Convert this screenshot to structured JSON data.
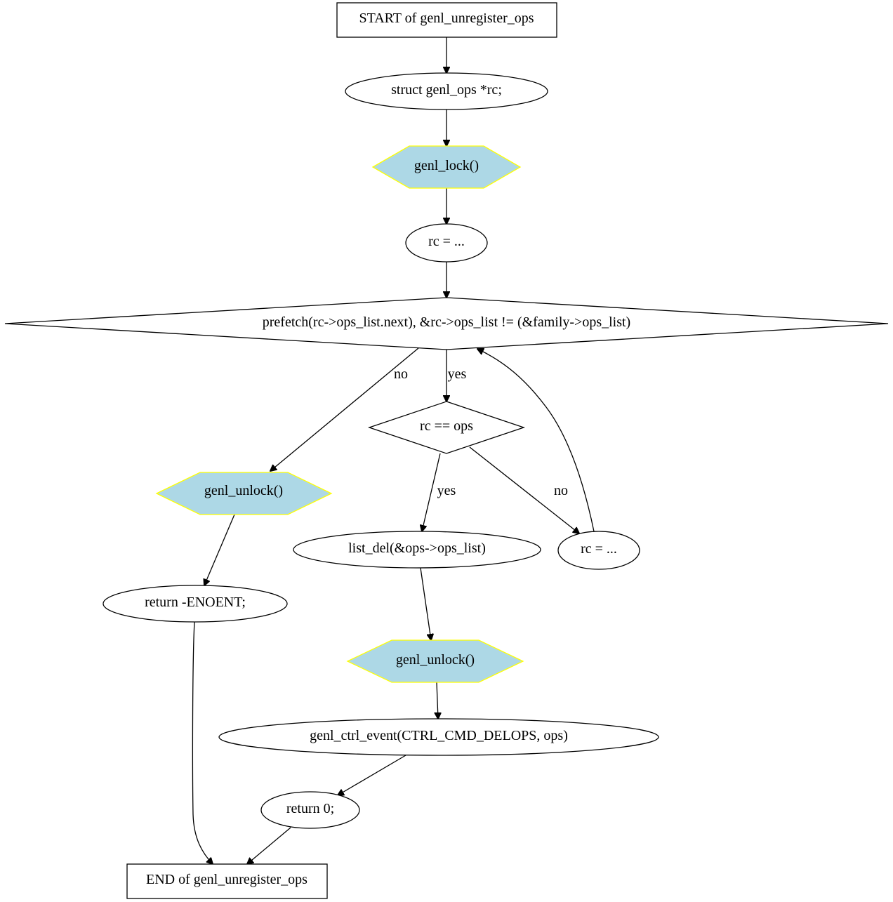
{
  "flowchart": {
    "nodes": {
      "start": "START of genl_unregister_ops",
      "decl": "struct genl_ops *rc;",
      "lock": "genl_lock()",
      "rc_init": "rc = ...",
      "loop_cond": "prefetch(rc->ops_list.next), &rc->ops_list != (&family->ops_list)",
      "match_cond": "rc == ops",
      "unlock_fail": "genl_unlock()",
      "list_del": "list_del(&ops->ops_list)",
      "rc_next": "rc = ...",
      "return_enoent": "return -ENOENT;",
      "unlock_ok": "genl_unlock()",
      "ctrl_event": "genl_ctrl_event(CTRL_CMD_DELOPS, ops)",
      "return_zero": "return 0;",
      "end": "END of genl_unregister_ops"
    },
    "edge_labels": {
      "loop_no": "no",
      "loop_yes": "yes",
      "match_yes": "yes",
      "match_no": "no"
    },
    "colors": {
      "call_fill": "#add8e6",
      "call_stroke": "#ffff00"
    }
  }
}
